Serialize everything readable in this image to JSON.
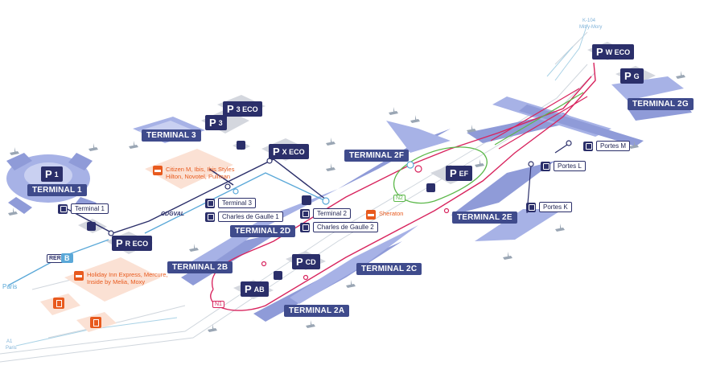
{
  "terminals": {
    "t1": "TERMINAL 1",
    "t3": "TERMINAL 3",
    "t2a": "TERMINAL 2A",
    "t2b": "TERMINAL 2B",
    "t2c": "TERMINAL 2C",
    "t2d": "TERMINAL 2D",
    "t2e": "TERMINAL 2E",
    "t2f": "TERMINAL 2F",
    "t2g": "TERMINAL 2G"
  },
  "parkings": {
    "p1": {
      "p": "P",
      "s": "1"
    },
    "p3eco": {
      "p": "P",
      "s": "3 ECO"
    },
    "p3": {
      "p": "P",
      "s": "3"
    },
    "pxeco": {
      "p": "P",
      "s": "X ECO"
    },
    "preco": {
      "p": "P",
      "s": "R ECO"
    },
    "pweco": {
      "p": "P",
      "s": "W ECO"
    },
    "pg": {
      "p": "P",
      "s": "G"
    },
    "pef": {
      "p": "P",
      "s": "EF"
    },
    "pcd": {
      "p": "P",
      "s": "CD"
    },
    "pab": {
      "p": "P",
      "s": "AB"
    }
  },
  "stations": {
    "terminal1": "Terminal 1",
    "terminal3": "Terminal 3",
    "cdg1": "Charles de Gaulle 1",
    "terminal2": "Terminal 2",
    "cdg2": "Charles de Gaulle 2",
    "portesm": "Portes M",
    "portesl": "Portes L",
    "portesk": "Portes K"
  },
  "hotels": {
    "h1": "Citizen M, Ibis, Ibis Styles\nHilton, Novotel, Pullman",
    "h2": "Holiday Inn Express, Mercure,\nInside by Melia, Moxy",
    "h3": "Sheraton"
  },
  "labels": {
    "cdgval": "CDGVAL",
    "paris": "Paris",
    "rer": "RER",
    "b": "B",
    "a1": "A1",
    "a1_sub": "Paris",
    "k104": "K-104",
    "k104_sub": "Mitry-Mory",
    "n1": "N1",
    "n2": "N2"
  },
  "colors": {
    "terminal": "#3f4b8c",
    "building": "#8f9bd8",
    "line_navy": "#2b2f6a",
    "line_cdgval": "#5aa8d8",
    "line_n1": "#d8245e",
    "line_n2": "#5cb84a",
    "hotel": "#e85a1e"
  }
}
